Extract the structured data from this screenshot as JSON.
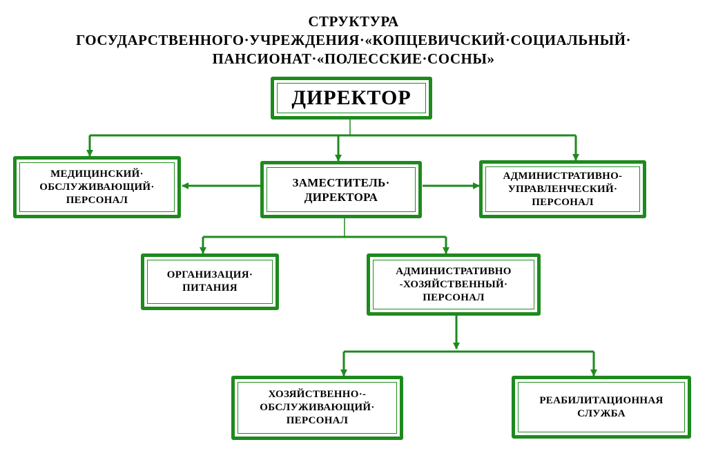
{
  "title": {
    "line1": "СТРУКТУРА",
    "line2": "ГОСУДАРСТВЕННОГО·УЧРЕЖДЕНИЯ·«КОПЦЕВИЧСКИЙ·СОЦИАЛЬНЫЙ·",
    "line3": "ПАНСИОНАТ·«ПОЛЕССКИЕ·СОСНЫ»"
  },
  "nodes": {
    "director": "ДИРЕКТОР",
    "medical_staff": "МЕДИЦИНСКИЙ·\nОБСЛУЖИВАЮЩИЙ·\nПЕРСОНАЛ",
    "deputy_director": "ЗАМЕСТИТЕЛЬ·\nДИРЕКТОРА",
    "admin_management_staff": "АДМИНИСТРАТИВНО-\nУПРАВЛЕНЧЕСКИЙ·\nПЕРСОНАЛ",
    "catering": "ОРГАНИЗАЦИЯ·\nПИТАНИЯ",
    "admin_economic_staff": "АДМИНИСТРАТИВНО\n-ХОЗЯЙСТВЕННЫЙ·\nПЕРСОНАЛ",
    "maintenance_staff": "ХОЗЯЙСТВЕННО·-\nОБСЛУЖИВАЮЩИЙ·\nПЕРСОНАЛ",
    "rehabilitation_service": "РЕАБИЛИТАЦИОННАЯ\nСЛУЖБА"
  },
  "colors": {
    "frame": "#1e8a1e",
    "connector": "#1e8a1e"
  }
}
